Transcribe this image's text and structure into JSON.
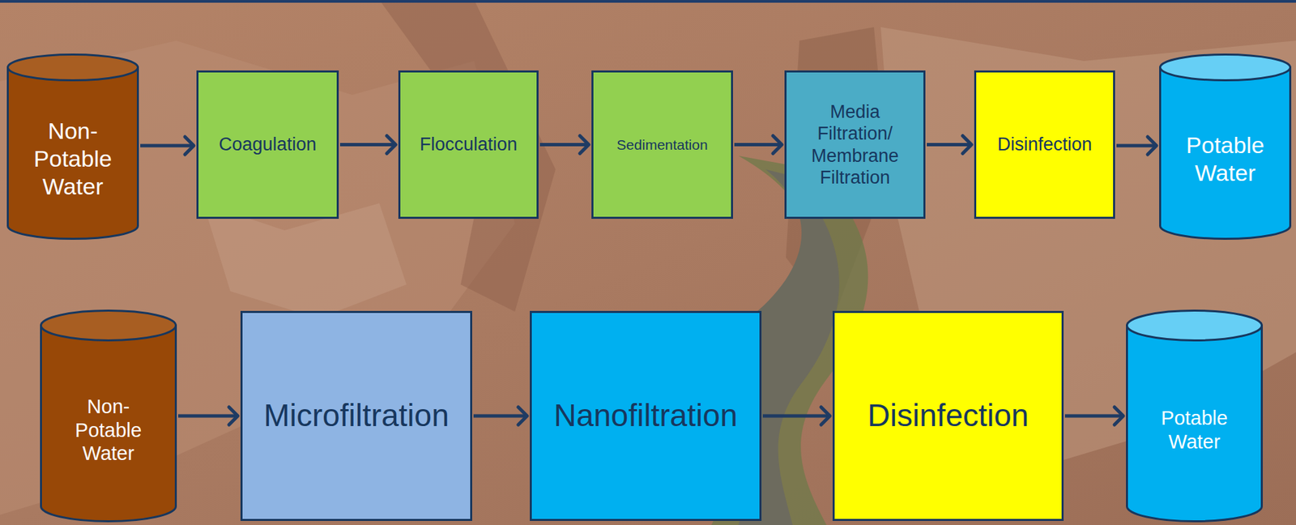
{
  "diagram": {
    "nodes": [
      {
        "text": [
          "Non- Potable Water"
        ]
      },
      {
        "text": [
          "Coagulation"
        ]
      },
      {
        "text": [
          "Flocculation"
        ]
      },
      {
        "text": [
          "Sedimentation"
        ]
      },
      {
        "text": [
          "Media Filtration/ Membrane Filtration"
        ]
      },
      {
        "text": [
          "Disinfection"
        ]
      },
      {
        "text": [
          "Potable Water"
        ]
      },
      {
        "text": [
          "Non- Potable Water"
        ]
      },
      {
        "text": [
          "Microfiltration"
        ]
      },
      {
        "text": [
          "Nanofiltration"
        ]
      },
      {
        "text": [
          "Disinfection"
        ]
      },
      {
        "text": [
          "Potable Water"
        ]
      }
    ],
    "edges": [
      {
        "from": 0,
        "to": 1,
        "arrow": "to"
      },
      {
        "from": 1,
        "to": 2,
        "arrow": "to"
      },
      {
        "from": 2,
        "to": 3,
        "arrow": "to"
      },
      {
        "from": 3,
        "to": 4,
        "arrow": "to"
      },
      {
        "from": 4,
        "to": 5,
        "arrow": "to"
      },
      {
        "from": 5,
        "to": 6,
        "arrow": "to"
      },
      {
        "from": 7,
        "to": 8,
        "arrow": "to"
      },
      {
        "from": 8,
        "to": 9,
        "arrow": "to"
      },
      {
        "from": 9,
        "to": 10,
        "arrow": "to"
      },
      {
        "from": 10,
        "to": 11,
        "arrow": "to"
      }
    ]
  }
}
